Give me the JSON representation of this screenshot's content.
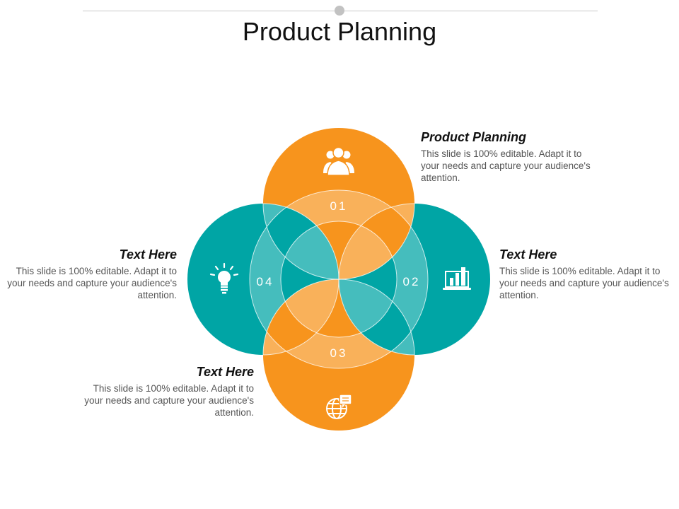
{
  "header": {
    "title": "Product Planning"
  },
  "colors": {
    "orange": "#f7941d",
    "orange_light": "#fbae5c",
    "teal": "#00a5a5",
    "teal_light": "#19c9c6"
  },
  "segments": [
    {
      "number": "01",
      "icon": "users-group-icon",
      "position": "top",
      "color": "orange"
    },
    {
      "number": "02",
      "icon": "laptop-bar-chart-icon",
      "position": "right",
      "color": "teal"
    },
    {
      "number": "03",
      "icon": "globe-chat-icon",
      "position": "bottom",
      "color": "orange"
    },
    {
      "number": "04",
      "icon": "lightbulb-icon",
      "position": "left",
      "color": "teal"
    }
  ],
  "blocks": [
    {
      "heading": "Product Planning",
      "body": "This slide is 100% editable. Adapt it to your needs and capture your audience's attention."
    },
    {
      "heading": "Text Here",
      "body": "This slide is 100% editable. Adapt it to your needs and capture your audience's attention."
    },
    {
      "heading": "Text Here",
      "body": "This slide is 100% editable. Adapt it to your needs and capture your audience's attention."
    },
    {
      "heading": "Text Here",
      "body": "This slide is 100% editable. Adapt it to your needs and capture your audience's attention."
    }
  ]
}
